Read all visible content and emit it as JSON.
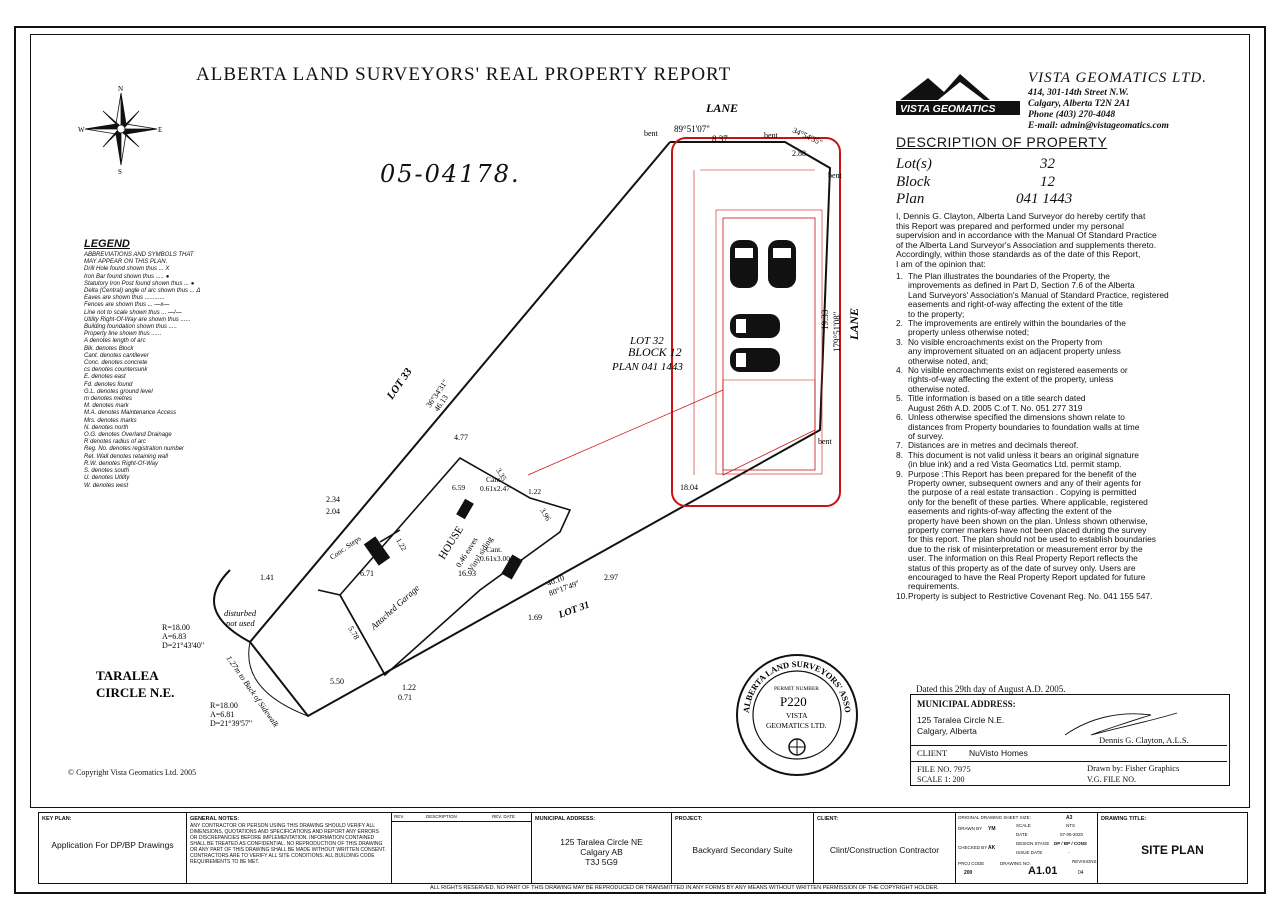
{
  "report_title": "ALBERTA LAND SURVEYORS' REAL PROPERTY REPORT",
  "handwritten_number": "05-04178.",
  "compass": {
    "n": "N",
    "s": "S",
    "e": "E",
    "w": "W"
  },
  "company": {
    "name": "VISTA GEOMATICS LTD.",
    "logo_text": "VISTA GEOMATICS",
    "address1": "414, 301-14th Street N.W.",
    "address2": "Calgary, Alberta T2N 2A1",
    "phone": "Phone (403) 270-4048",
    "email": "E-mail: admin@vistageomatics.com"
  },
  "legend": {
    "title": "LEGEND",
    "items": [
      "ABBREVIATIONS AND SYMBOLS THAT",
      "MAY APPEAR ON THIS PLAN.",
      "Drill Hole found shown thus ... X",
      "Iron Bar found shown thus ..... ●",
      "Statutory Iron Post found shown thus ... ●",
      "Delta (Central) angle of arc shown thus ... Δ",
      "Eaves are shown thus ............",
      "Fences are shown thus ... —x—",
      "Line not to scale shown thus ... —/—",
      "Utility Right-Of-Way are shown thus ......",
      "Building foundation shown thus .....",
      "Property line shown thus ......",
      "A denotes length of arc",
      "Blk. denotes Block",
      "Cant. denotes cantilever",
      "Conc. denotes concrete",
      "cs denotes countersunk",
      "E. denotes east",
      "Fd. denotes found",
      "G.L. denotes ground level",
      "m denotes metres",
      "M. denotes mark",
      "M.A. denotes Maintenance Access",
      "Mrs. denotes marks",
      "N. denotes north",
      "O.G. denotes Overland Drainage",
      "R denotes radius of arc",
      "Reg. No. denotes registration number",
      "Ret. Wall denotes retaining wall",
      "R.W. denotes Right-Of-Way",
      "S. denotes south",
      "U. denotes Utility",
      "W. denotes west"
    ]
  },
  "plan_labels": {
    "lane_top": "LANE",
    "lane_right": "LANE",
    "bearing_top": "89°51'07\"",
    "dist_top": "8.37",
    "bent_1": "bent",
    "bent_2": "bent",
    "bent_3": "bent",
    "bent_4": "bent",
    "bearing_corner": "34°54'35\"",
    "dist_corner": "2.88",
    "dist_right": "19.33",
    "bearing_right": "179°51'08\"",
    "lot_label": "LOT 32",
    "block_label": "BLOCK 12",
    "plan_label": "PLAN 041 1443",
    "lot33": "LOT 33",
    "bearing_left": "36°34'31\"",
    "dist_left": "46.13",
    "dist_18_04": "18.04",
    "d_477": "4.77",
    "d_234": "2.34",
    "d_204": "2.04",
    "d_141": "1.41",
    "house": "HOUSE",
    "eaves": "0.46 eaves",
    "siding": "Vinyl siding",
    "cant1": "Cant.",
    "cant1_dim": "0.61x2.47",
    "cant2": "Cant.",
    "cant2_dim": "0.61x3.00",
    "d_659": "6.59",
    "d_335": "3.35",
    "d_122a": "1.22",
    "d_396": "3.96",
    "conc_steps": "Conc. Steps",
    "d_671": "6.71",
    "d_122b": "1.22",
    "garage": "Attached Garage",
    "d_1693": "16.93",
    "d_578": "5.78",
    "d_550": "5.50",
    "d_122c": "1.22",
    "d_071": "0.71",
    "d_4010": "40.10",
    "bearing_bottom": "80°17'49\"",
    "d_297": "2.97",
    "d_169": "1.69",
    "lot31": "LOT 31",
    "disturbed": "disturbed",
    "not_used": "not used",
    "curve1_r": "R=18.00",
    "curve1_a": "A=6.83",
    "curve1_d": "D=21°43'40\"",
    "curve2_r": "R=18.00",
    "curve2_a": "A=6.81",
    "curve2_d": "D=21°39'57\"",
    "back_sidewalk": "1.27m to Back of Sidewalk",
    "street1": "TARALEA",
    "street2": "CIRCLE N.E."
  },
  "description": {
    "heading": "DESCRIPTION OF PROPERTY",
    "lot_label": "Lot(s)",
    "lot_val": "32",
    "block_label": "Block",
    "block_val": "12",
    "plan_label": "Plan",
    "plan_val": "041 1443",
    "intro": [
      "I, Dennis G. Clayton, Alberta Land Surveyor do hereby certify that",
      "this Report was prepared and performed under my personal",
      "supervision and in accordance with the Manual Of Standard Practice",
      "of the Alberta Land Surveyor's Association and supplements thereto.",
      "Accordingly, within those standards as of the date of this Report,",
      "I am of the opinion that:"
    ],
    "notes": [
      [
        "1.",
        "The Plan illustrates the boundaries of the Property, the",
        "improvements as defined in Part D, Section 7.6 of the Alberta",
        "Land Surveyors' Association's Manual of Standard Practice, registered",
        "easements and right-of-way affecting the extent of the title",
        "to the property;"
      ],
      [
        "2.",
        "The improvements are entirely within the boundaries of the",
        "property unless otherwise noted;"
      ],
      [
        "3.",
        "No visible encroachments exist on the Property from",
        "any improvement situated on an adjacent property unless",
        "otherwise noted, and;"
      ],
      [
        "4.",
        "No visible encroachments exist on registered easements or",
        "rights-of-way affecting the extent of the property, unless",
        "otherwise noted."
      ],
      [
        "5.",
        "Title information is based on a title search dated",
        "August 26th   A.D. 2005 C.of T. No. 051 277 319"
      ],
      [
        "6.",
        "Unless otherwise specified the dimensions shown relate to",
        "distances from Property boundaries to foundation walls at time",
        "of survey."
      ],
      [
        "7.",
        "Distances are in metres and decimals thereof."
      ],
      [
        "8.",
        "This document is not valid unless it bears an original signature",
        "(in blue ink) and a red Vista Geomatics Ltd. permit stamp."
      ],
      [
        "9.",
        "Purpose :This Report has been prepared for the benefit of the",
        "Property owner, subsequent owners and any of their agents for",
        "the purpose of a real estate transaction . Copying is permitted",
        "only for the benefit of these parties. Where applicable, registered",
        "easements and rights-of-way affecting the extent of the",
        "property have been shown on the plan. Unless shown otherwise,",
        "property corner markers have not been placed during the survey",
        "for this report. The plan should not be used to establish boundaries",
        "due to the risk of misinterpretation or measurement error by the",
        "user. The information on this Real Property Report reflects the",
        "status of this property as of the date of survey only. Users are",
        "encouraged to have the Real Property Report updated for future",
        "requirements."
      ],
      [
        "10.",
        "Property is subject to Restrictive Covenant Reg. No. 041 155 547."
      ]
    ]
  },
  "seal": {
    "ring_top": "ALBERTA LAND SURVEYORS' ASSOCIATION",
    "permit_label": "PERMIT NUMBER",
    "permit": "P220",
    "firm1": "VISTA",
    "firm2": "GEOMATICS LTD."
  },
  "certificate": {
    "dated": "Dated this 29th day of   August   A.D. 2005.",
    "municipal_label": "MUNICIPAL ADDRESS:",
    "address1": "125 Taralea Circle N.E.",
    "address2": "Calgary, Alberta",
    "surveyor": "Dennis G. Clayton, A.L.S.",
    "client_label": "CLIENT",
    "client": "NuVisto Homes",
    "file_label": "FILE NO. 7975",
    "drawn_by": "Drawn by: Fisher Graphics",
    "scale": "SCALE 1: 200",
    "vg_file": "V.G. FILE NO."
  },
  "copyright": "© Copyright Vista Geomatics Ltd. 2005",
  "title_block": {
    "key_plan_label": "KEY PLAN:",
    "key_plan_text": "Application For DP/BP Drawings",
    "general_notes_label": "GENERAL NOTES:",
    "general_notes": "ANY CONTRACTOR OR PERSON USING THIS DRAWING SHOULD VERIFY ALL DIMENSIONS, QUOTATIONS AND SPECIFICATIONS AND REPORT ANY ERRORS OR DISCREPANCIES BEFORE IMPLEMENTATION. INFORMATION CONTAINED SHALL BE TREATED AS CONFIDENTIAL. NO REPRODUCTION OF THIS DRAWING OR ANY PART OF THIS DRAWING SHALL BE MADE WITHOUT WRITTEN CONSENT. CONTRACTORS ARE TO VERIFY ALL SITE CONDITIONS. ALL BUILDING CODE REQUIREMENTS TO BE MET.",
    "rev_label": "REV.",
    "description_label": "DESCRIPTION",
    "rev_date_label": "REV. DATE",
    "municipal_label": "MUNICIPAL ADDRESS:",
    "municipal1": "125 Taralea Circle NE",
    "municipal2": "Calgary AB",
    "municipal3": "T3J 5G9",
    "project_label": "PROJECT:",
    "project": "Backyard Secondary Suite",
    "client_label": "CLIENT:",
    "client": "Clint/Construction Contractor",
    "sheet_size_label": "ORIGINAL DRAWING SHEET SIZE:",
    "sheet_size": "A3",
    "drawn_by_label": "DRAWN BY",
    "drawn_by": "YM",
    "scale_label": "SCALE",
    "scale": "NTS",
    "date_label": "DATE",
    "date": "07-05-2020",
    "checked_label": "CHECKED BY",
    "checked": "AK",
    "stage_label": "DESIGN STAGE",
    "stage": "DP / BP / CONS",
    "issue_label": "ISSUE DATE",
    "issue": "-",
    "proj_code_label": "PROJ CODE",
    "proj_code": "200",
    "drawing_no_label": "DRAWING NO.",
    "drawing_no": "A1.01",
    "revisions_label": "REVISIONS",
    "revisions": "04",
    "drawing_title_label": "DRAWING TITLE:",
    "drawing_title": "SITE PLAN"
  },
  "footer": "ALL RIGHTS RESERVED. NO PART OF THIS DRAWING MAY BE REPRODUCED OR TRANSMITTED IN ANY FORMS BY ANY MEANS WITHOUT WRITTEN PERMISSION OF THE COPYRIGHT HOLDER."
}
